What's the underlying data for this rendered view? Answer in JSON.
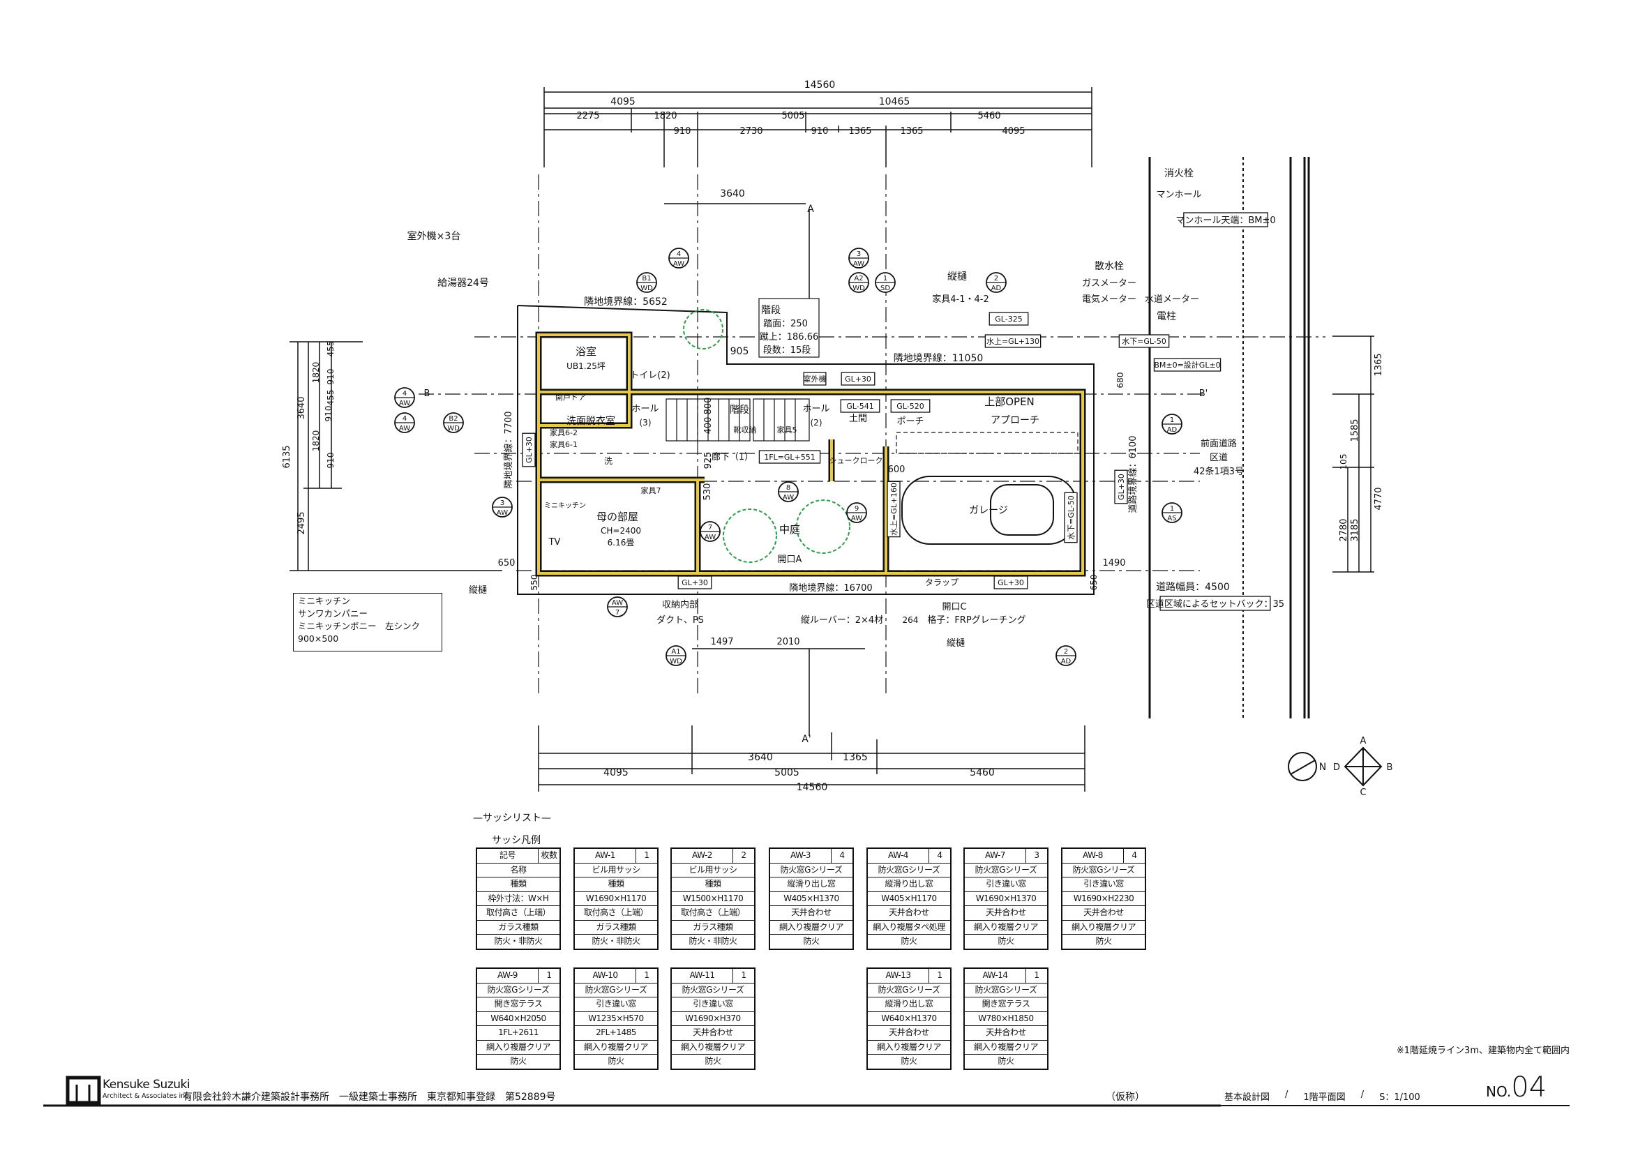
{
  "dims": {
    "top_total": "14560",
    "top_a": "4095",
    "top_b": "10465",
    "top_c1": "2275",
    "top_c2": "1820",
    "top_c3": "5005",
    "top_c4": "5460",
    "top_d1": "910",
    "top_d2": "2730",
    "top_d3": "910",
    "top_d4": "1365",
    "top_d5": "1365",
    "top_d6": "4095",
    "stair_width": "3640",
    "bot_a1": "3640",
    "bot_a2": "1365",
    "bot_b1": "4095",
    "bot_b2": "5005",
    "bot_b3": "5460",
    "bot_total": "14560",
    "bot_c1": "1497",
    "bot_c2": "2010",
    "left_total": "6135",
    "left_a": "3640",
    "left_b": "2495",
    "left_c1": "1820",
    "left_c2": "910",
    "left_c3": "455",
    "left_c4": "910",
    "left_c5": "455",
    "left_c6": "1820",
    "left_c7": "910",
    "right_a": "1365",
    "right_b": "1585",
    "right_c": "105",
    "right_d": "4770",
    "right_e": "2780",
    "right_f": "3185",
    "d_905": "905",
    "d_925": "925",
    "d_400": "400",
    "d_800": "800",
    "d_530": "530",
    "d_600": "600",
    "d_650a": "650",
    "d_550": "550",
    "d_650b": "650",
    "d_1490": "1490",
    "d_264": "264",
    "d_680": "680"
  },
  "plan_labels": {
    "outdoor_unit_x3": "室外機×3台",
    "water_heater": "給湯器24号",
    "boundary_5652": "隣地境界線：5652",
    "stair_title": "階段",
    "stair_tread": "踏面：250",
    "stair_riser": "蹴上：186.66",
    "stair_steps": "段数：15段",
    "drain_pipe_1": "縦樋",
    "furniture_4": "家具4-1・4-2",
    "sprinkler": "散水栓",
    "gas_meter": "ガスメーター",
    "elec_meter": "電気メーター",
    "water_meter": "水道メーター",
    "utility_pole": "電柱",
    "hydrant": "消火栓",
    "manhole": "マンホール",
    "manhole_top": "マンホール天端：BM±0",
    "gl_325": "GL-325",
    "water_up_130": "水上=GL+130",
    "water_down_50": "水下=GL-50",
    "bm": "BM±0=設計GL±0",
    "boundary_11050": "隣地境界線：11050",
    "bath": "浴室",
    "ub": "UB1.25坪",
    "fold_door": "開戸ドア",
    "toilet": "トイレ(2)",
    "hall3": "ホール",
    "hall3_n": "(3)",
    "stairs": "階段",
    "hall2": "ホール",
    "hall2_n": "(2)",
    "outdoor_unit": "室外機",
    "gl_30_a": "GL+30",
    "gl_541": "GL-541",
    "gl_520": "GL-520",
    "upper_open": "上部OPEN",
    "approach": "アプローチ",
    "porch": "ポーチ",
    "doma": "土間",
    "washroom": "洗面脱衣室",
    "furn_62": "家具6-2",
    "furn_61": "家具6-1",
    "wash": "洗",
    "shoe": "靴収納",
    "furn_5": "家具5",
    "corridor": "廊下（1）",
    "fl": "1FL=GL+551",
    "shoe_cloak": "シュークローク",
    "furn_7": "家具7",
    "mini_kitchen": "ミニキッチン",
    "mother_room": "母の部屋",
    "ch": "CH=2400",
    "tatami": "6.16畳",
    "tv": "TV",
    "courtyard": "中庭",
    "opening_a": "開口A",
    "garage": "ガレージ",
    "water_up_160": "水上=GL+160",
    "water_down_50b": "水下=GL-50",
    "gl_30_b": "GL+30",
    "road_boundary": "道路境界線：6100",
    "boundary_7700": "隣地境界線：7700",
    "gl_30_c": "GL+30",
    "gl_30_d": "GL+30",
    "boundary_16700": "隣地境界線：16700",
    "ladder": "タラップ",
    "gl_30_e": "GL+30",
    "drain_pipe_2": "縦樋",
    "storage": "収納内部",
    "duct": "ダクト、PS",
    "louver": "縦ルーバー：2×4材",
    "opening_c": "開口C",
    "grating": "格子：FRPグレーチング",
    "drain_pipe_3": "縦樋",
    "road_width": "道路幅員：4500",
    "setback": "区道区域によるセットバック：35",
    "front_road": "前面道路",
    "ward_road": "区道",
    "article": "42条1項3号",
    "sec_b": "B",
    "sec_b2": "B'",
    "sec_a": "A",
    "sec_a2": "A'"
  },
  "markers": [
    {
      "num": "4",
      "type": "AW"
    },
    {
      "num": "B1",
      "type": "WD"
    },
    {
      "num": "3",
      "type": "AW"
    },
    {
      "num": "A2",
      "type": "WD"
    },
    {
      "num": "1",
      "type": "SD"
    },
    {
      "num": "2",
      "type": "AD"
    },
    {
      "num": "4",
      "type": "AW"
    },
    {
      "num": "4",
      "type": "AW"
    },
    {
      "num": "B2",
      "type": "WD"
    },
    {
      "num": "3",
      "type": "AW"
    },
    {
      "num": "7",
      "type": "AW"
    },
    {
      "num": "8",
      "type": "AW"
    },
    {
      "num": "9",
      "type": "AW"
    },
    {
      "num": "AW",
      "type": "7"
    },
    {
      "num": "A1",
      "type": "WD"
    },
    {
      "num": "2",
      "type": "AD"
    },
    {
      "num": "1",
      "type": "AD"
    },
    {
      "num": "1",
      "type": "AS"
    }
  ],
  "kitchen_note": [
    "ミニキッチン",
    "サンワカンパニー",
    "ミニキッチンボニー　左シンク",
    "900×500"
  ],
  "compass": {
    "north": "N",
    "a": "A",
    "b": "B",
    "c": "C",
    "d": "D"
  },
  "sash_list": {
    "title": "—サッシリスト—",
    "legend_title": "サッシ凡例",
    "items": [
      {
        "code": "記号",
        "count": "枚数",
        "rows": [
          "名称",
          "種類",
          "枠外寸法：W×H",
          "取付高さ（上端）",
          "ガラス種類",
          "防火・非防火"
        ]
      },
      {
        "code": "AW-1",
        "count": "1",
        "rows": [
          "ビル用サッシ",
          "種類",
          "W1690×H1170",
          "取付高さ（上端）",
          "ガラス種類",
          "防火・非防火"
        ]
      },
      {
        "code": "AW-2",
        "count": "2",
        "rows": [
          "ビル用サッシ",
          "種類",
          "W1500×H1170",
          "取付高さ（上端）",
          "ガラス種類",
          "防火・非防火"
        ]
      },
      {
        "code": "AW-3",
        "count": "4",
        "rows": [
          "防火窓Gシリーズ",
          "縦滑り出し窓",
          "W405×H1370",
          "天井合わせ",
          "網入り複層クリア",
          "防火"
        ]
      },
      {
        "code": "AW-4",
        "count": "4",
        "rows": [
          "防火窓Gシリーズ",
          "縦滑り出し窓",
          "W405×H1170",
          "天井合わせ",
          "網入り複層タペ処理",
          "防火"
        ]
      },
      {
        "code": "AW-7",
        "count": "3",
        "rows": [
          "防火窓Gシリーズ",
          "引き違い窓",
          "W1690×H1370",
          "天井合わせ",
          "網入り複層クリア",
          "防火"
        ]
      },
      {
        "code": "AW-8",
        "count": "4",
        "rows": [
          "防火窓Gシリーズ",
          "引き違い窓",
          "W1690×H2230",
          "天井合わせ",
          "網入り複層クリア",
          "防火"
        ]
      },
      {
        "code": "AW-9",
        "count": "1",
        "rows": [
          "防火窓Gシリーズ",
          "開き窓テラス",
          "W640×H2050",
          "1FL+2611",
          "網入り複層クリア",
          "防火"
        ]
      },
      {
        "code": "AW-10",
        "count": "1",
        "rows": [
          "防火窓Gシリーズ",
          "引き違い窓",
          "W1235×H570",
          "2FL+1485",
          "網入り複層クリア",
          "防火"
        ]
      },
      {
        "code": "AW-11",
        "count": "1",
        "rows": [
          "防火窓Gシリーズ",
          "引き違い窓",
          "W1690×H370",
          "天井合わせ",
          "網入り複層クリア",
          "防火"
        ]
      },
      {
        "code": "AW-13",
        "count": "1",
        "rows": [
          "防火窓Gシリーズ",
          "縦滑り出し窓",
          "W640×H1370",
          "天井合わせ",
          "網入り複層クリア",
          "防火"
        ]
      },
      {
        "code": "AW-14",
        "count": "1",
        "rows": [
          "防火窓Gシリーズ",
          "開き窓テラス",
          "W780×H1850",
          "天井合わせ",
          "網入り複層クリア",
          "防火"
        ]
      }
    ]
  },
  "note": "※1階延焼ライン3m、建築物内全て範囲内",
  "title_block": {
    "logo_name": "Kensuke Suzuki",
    "logo_sub": "Architect & Associates inc.",
    "company": "有限会社鈴木謙介建築設計事務所　一級建築士事務所　東京都知事登録　第52889号",
    "project": "（仮称）",
    "drawing_type": "基本設計図",
    "sep1": "/",
    "drawing_name": "1階平面図",
    "sep2": "/",
    "scale": "S：1/100",
    "no_label": "NO.",
    "no_value": "04"
  },
  "colors": {
    "wall": "#e6c84a",
    "tree": "#2e9e4a",
    "line": "#111111"
  }
}
